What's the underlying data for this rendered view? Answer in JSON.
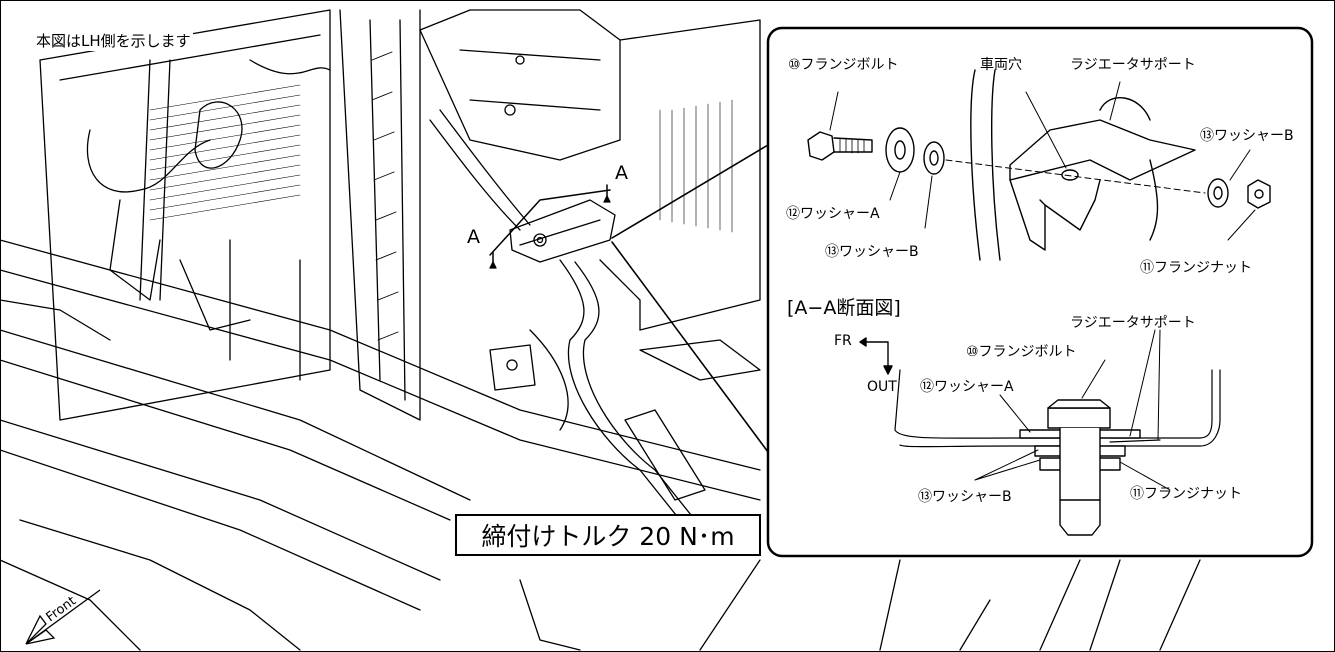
{
  "note": "本図はLH側を示します",
  "torque_label": "締付けトルク 20 N･m",
  "section_marker": "A",
  "inset": {
    "labels": {
      "flange_bolt": "⑩フランジボルト",
      "vehicle_hole": "車両穴",
      "radiator_support": "ラジエータサポート",
      "washer_b_right": "⑬ワッシャーB",
      "washer_a": "⑫ワッシャーA",
      "washer_b": "⑬ワッシャーB",
      "flange_nut": "⑪フランジナット"
    },
    "section": {
      "title": "[A−A断面図]",
      "fr": "FR",
      "out": "OUT",
      "radiator_support": "ラジエータサポート",
      "flange_bolt": "⑩フランジボルト",
      "washer_a": "⑫ワッシャーA",
      "washer_b": "⑬ワッシャーB",
      "flange_nut": "⑪フランジナット"
    }
  },
  "front_label": "Front"
}
